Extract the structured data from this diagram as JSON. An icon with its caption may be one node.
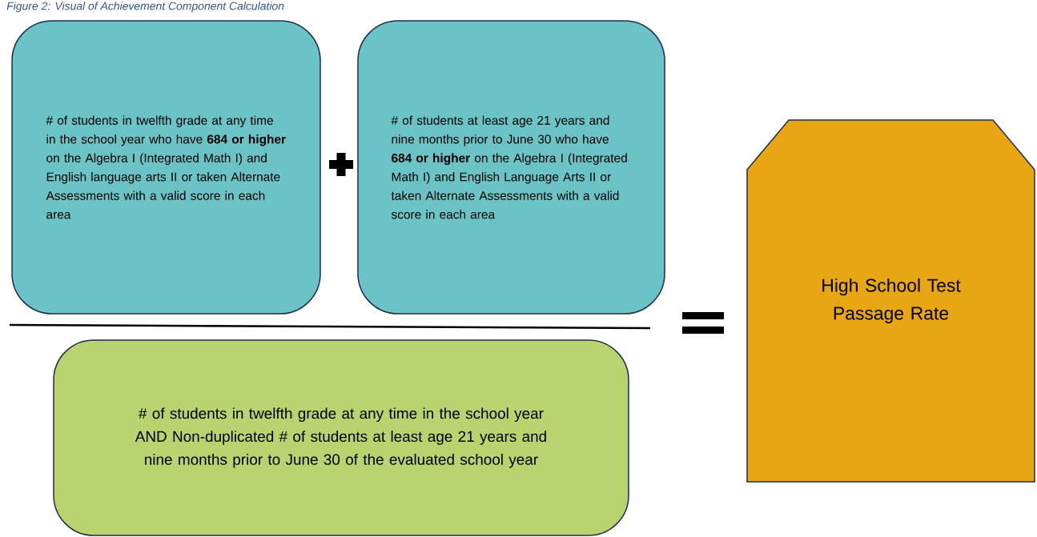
{
  "diagram": {
    "title": "Figure 2: Visual of Achievement Component Calculation",
    "nodes": [
      {
        "text": [
          "# of students in twelfth grade at any time in the school year who have **684 or higher** on the Algebra I (Integrated Math I) and English language arts II or taken Alternate Assessments with a valid score in each area"
        ]
      },
      {
        "text": [
          "# of students at least age 21 years and nine months prior to June 30 who have **684 or higher** on the Algebra I (Integrated Math I) and English Language Arts II or taken Alternate Assessments with a valid score in each area"
        ]
      },
      {
        "text": [
          "# of students in twelfth grade at any time in the school year AND Non-duplicated # of students at least age 21 years and nine months prior to June 30 of the evaluated school year"
        ]
      },
      {
        "text": [
          "High School Test Passage Rate"
        ]
      }
    ]
  }
}
